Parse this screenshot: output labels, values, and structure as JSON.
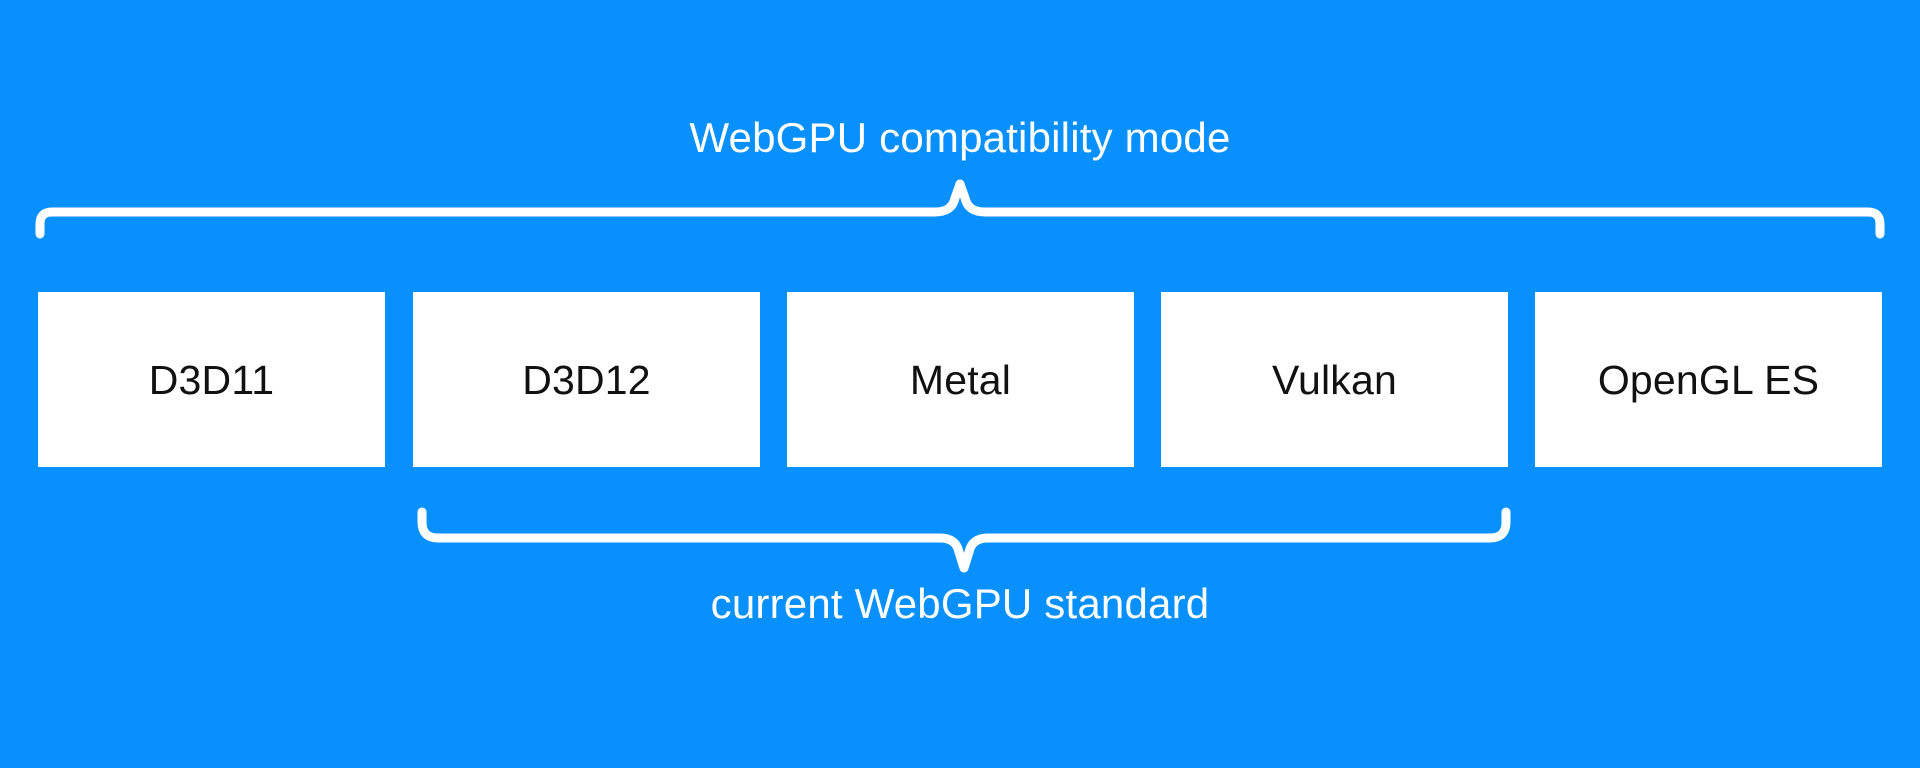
{
  "diagram": {
    "title": "WebGPU compatibility mode",
    "background_color": "#0890ff",
    "box_fill_color": "#ffffff",
    "box_text_color": "#111111",
    "brace_color": "#ffffff",
    "top_group": {
      "label": "WebGPU compatibility mode",
      "brace_direction": "up",
      "covers": [
        "D3D11",
        "D3D12",
        "Metal",
        "Vulkan",
        "OpenGL ES"
      ]
    },
    "bottom_group": {
      "label": "current WebGPU standard",
      "brace_direction": "down",
      "covers": [
        "D3D12",
        "Metal",
        "Vulkan"
      ]
    },
    "boxes": [
      {
        "label": "D3D11"
      },
      {
        "label": "D3D12"
      },
      {
        "label": "Metal"
      },
      {
        "label": "Vulkan"
      },
      {
        "label": "OpenGL ES"
      }
    ]
  }
}
